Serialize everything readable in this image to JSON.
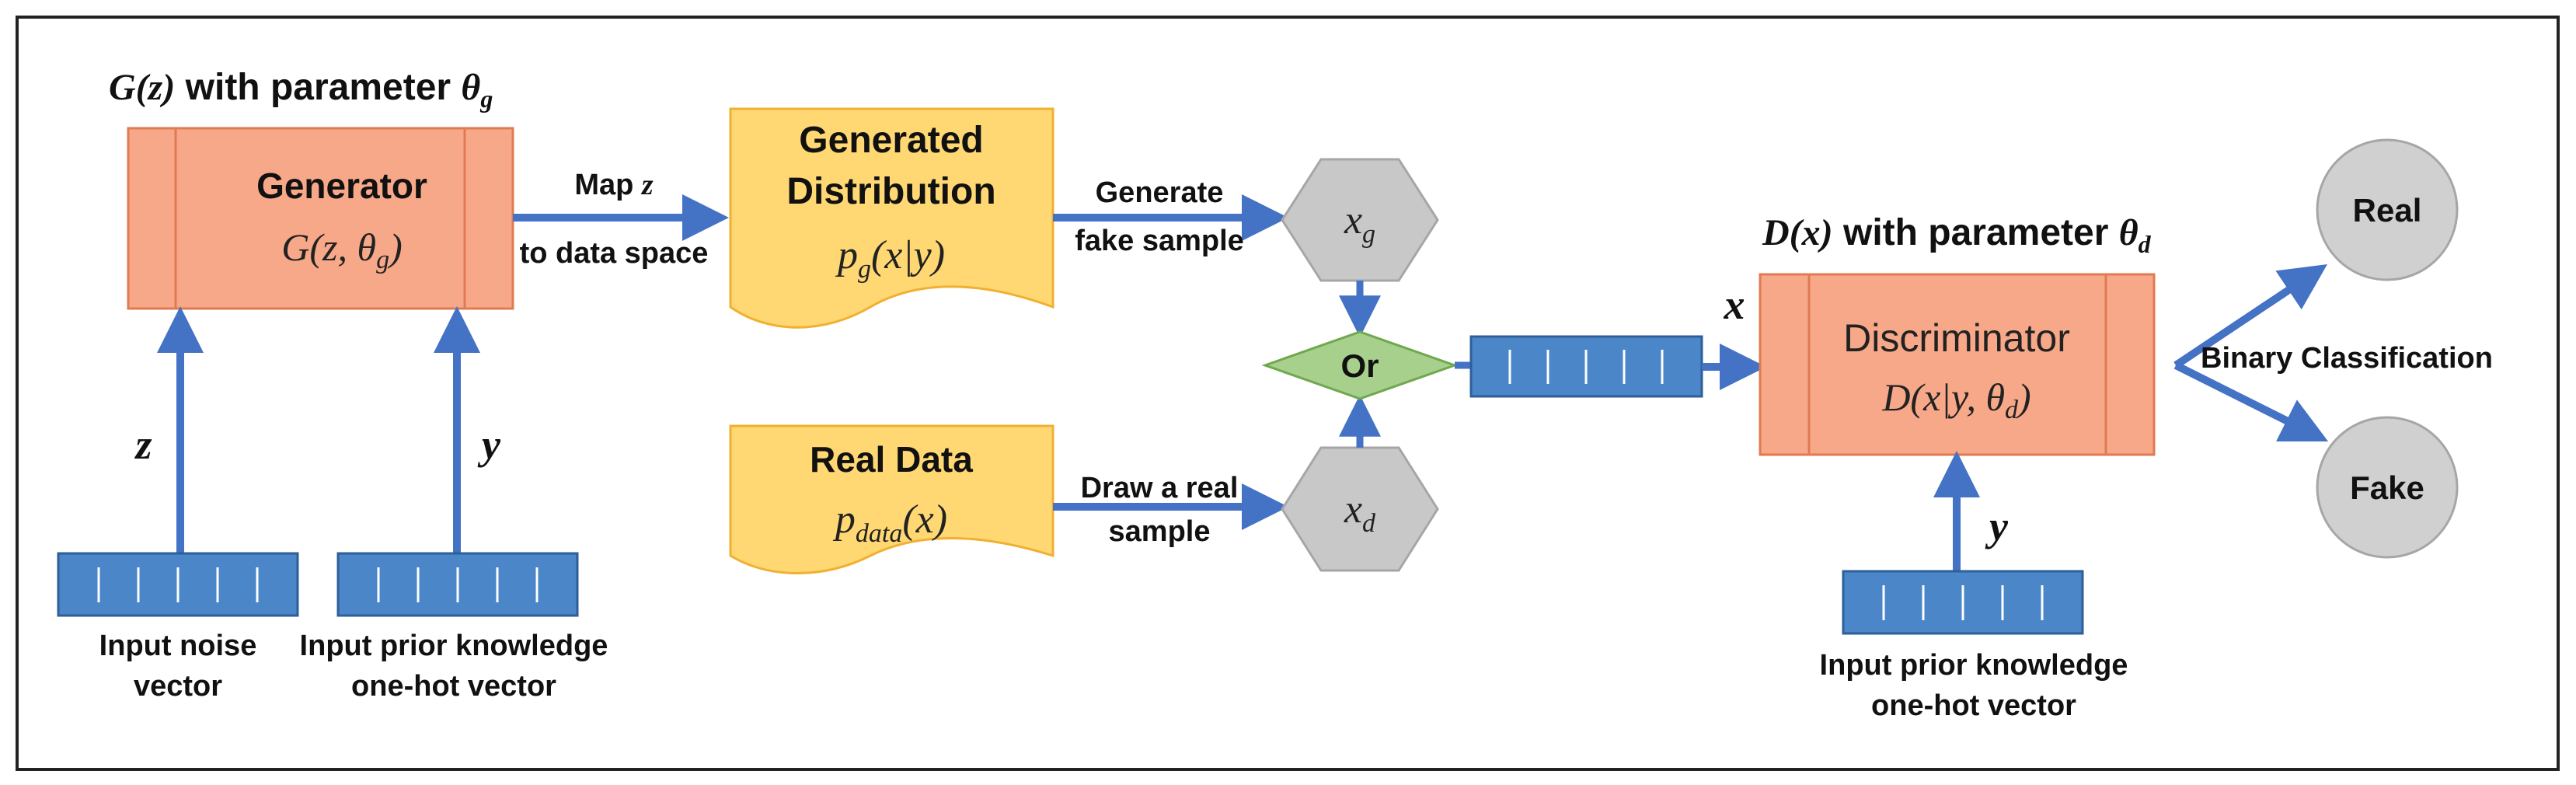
{
  "colors": {
    "generator_fill": "#F7A889",
    "generator_stroke": "#E07A52",
    "doc_fill": "#FFD873",
    "doc_stroke": "#F0B030",
    "vector_fill": "#4A86C8",
    "vector_stroke": "#2E5F98",
    "hex_fill": "#C8C8C8",
    "hex_stroke": "#A6A6A6",
    "or_fill": "#A8D08D",
    "or_stroke": "#6FA84E",
    "circle_fill": "#D0D0D0",
    "circle_stroke": "#A6A6A6",
    "arrow": "#4472C4"
  },
  "generator": {
    "header_prefix": "G(z)",
    "header_middle": " with parameter ",
    "header_param": "θ",
    "header_param_sub": "g",
    "title": "Generator",
    "formula": "G(z, θ",
    "formula_sub": "g",
    "formula_end": ")"
  },
  "map_label": {
    "line1": "Map ",
    "line1_var": "z",
    "line2": "to data space"
  },
  "inputs_left": {
    "noise_var": "z",
    "prior_var": "y",
    "noise_label_1": "Input noise",
    "noise_label_2": "vector",
    "prior_label_1": "Input prior knowledge",
    "prior_label_2": "one-hot vector"
  },
  "generated_dist": {
    "title_1": "Generated",
    "title_2": "Distribution",
    "formula_p": "p",
    "formula_sub": "g",
    "formula_rest": "(x|y)"
  },
  "real_data": {
    "title": "Real Data",
    "formula_p": "p",
    "formula_sub": "data",
    "formula_rest": "(x)"
  },
  "arrow_labels": {
    "generate_1": "Generate",
    "generate_2": "fake sample",
    "draw_1": "Draw a real",
    "draw_2": "sample"
  },
  "samples": {
    "fake_x": "x",
    "fake_sub": "g",
    "real_x": "x",
    "real_sub": "d",
    "or_label": "Or"
  },
  "discriminator": {
    "header_prefix": "D(x)",
    "header_middle": " with parameter ",
    "header_param": "θ",
    "header_param_sub": "d",
    "input_var": "x",
    "title": "Discriminator",
    "formula": "D(x|y, θ",
    "formula_sub": "d",
    "formula_end": ")",
    "prior_var": "y",
    "prior_label_1": "Input prior knowledge",
    "prior_label_2": "one-hot vector"
  },
  "classification": {
    "label": "Binary Classification",
    "real": "Real",
    "fake": "Fake"
  }
}
